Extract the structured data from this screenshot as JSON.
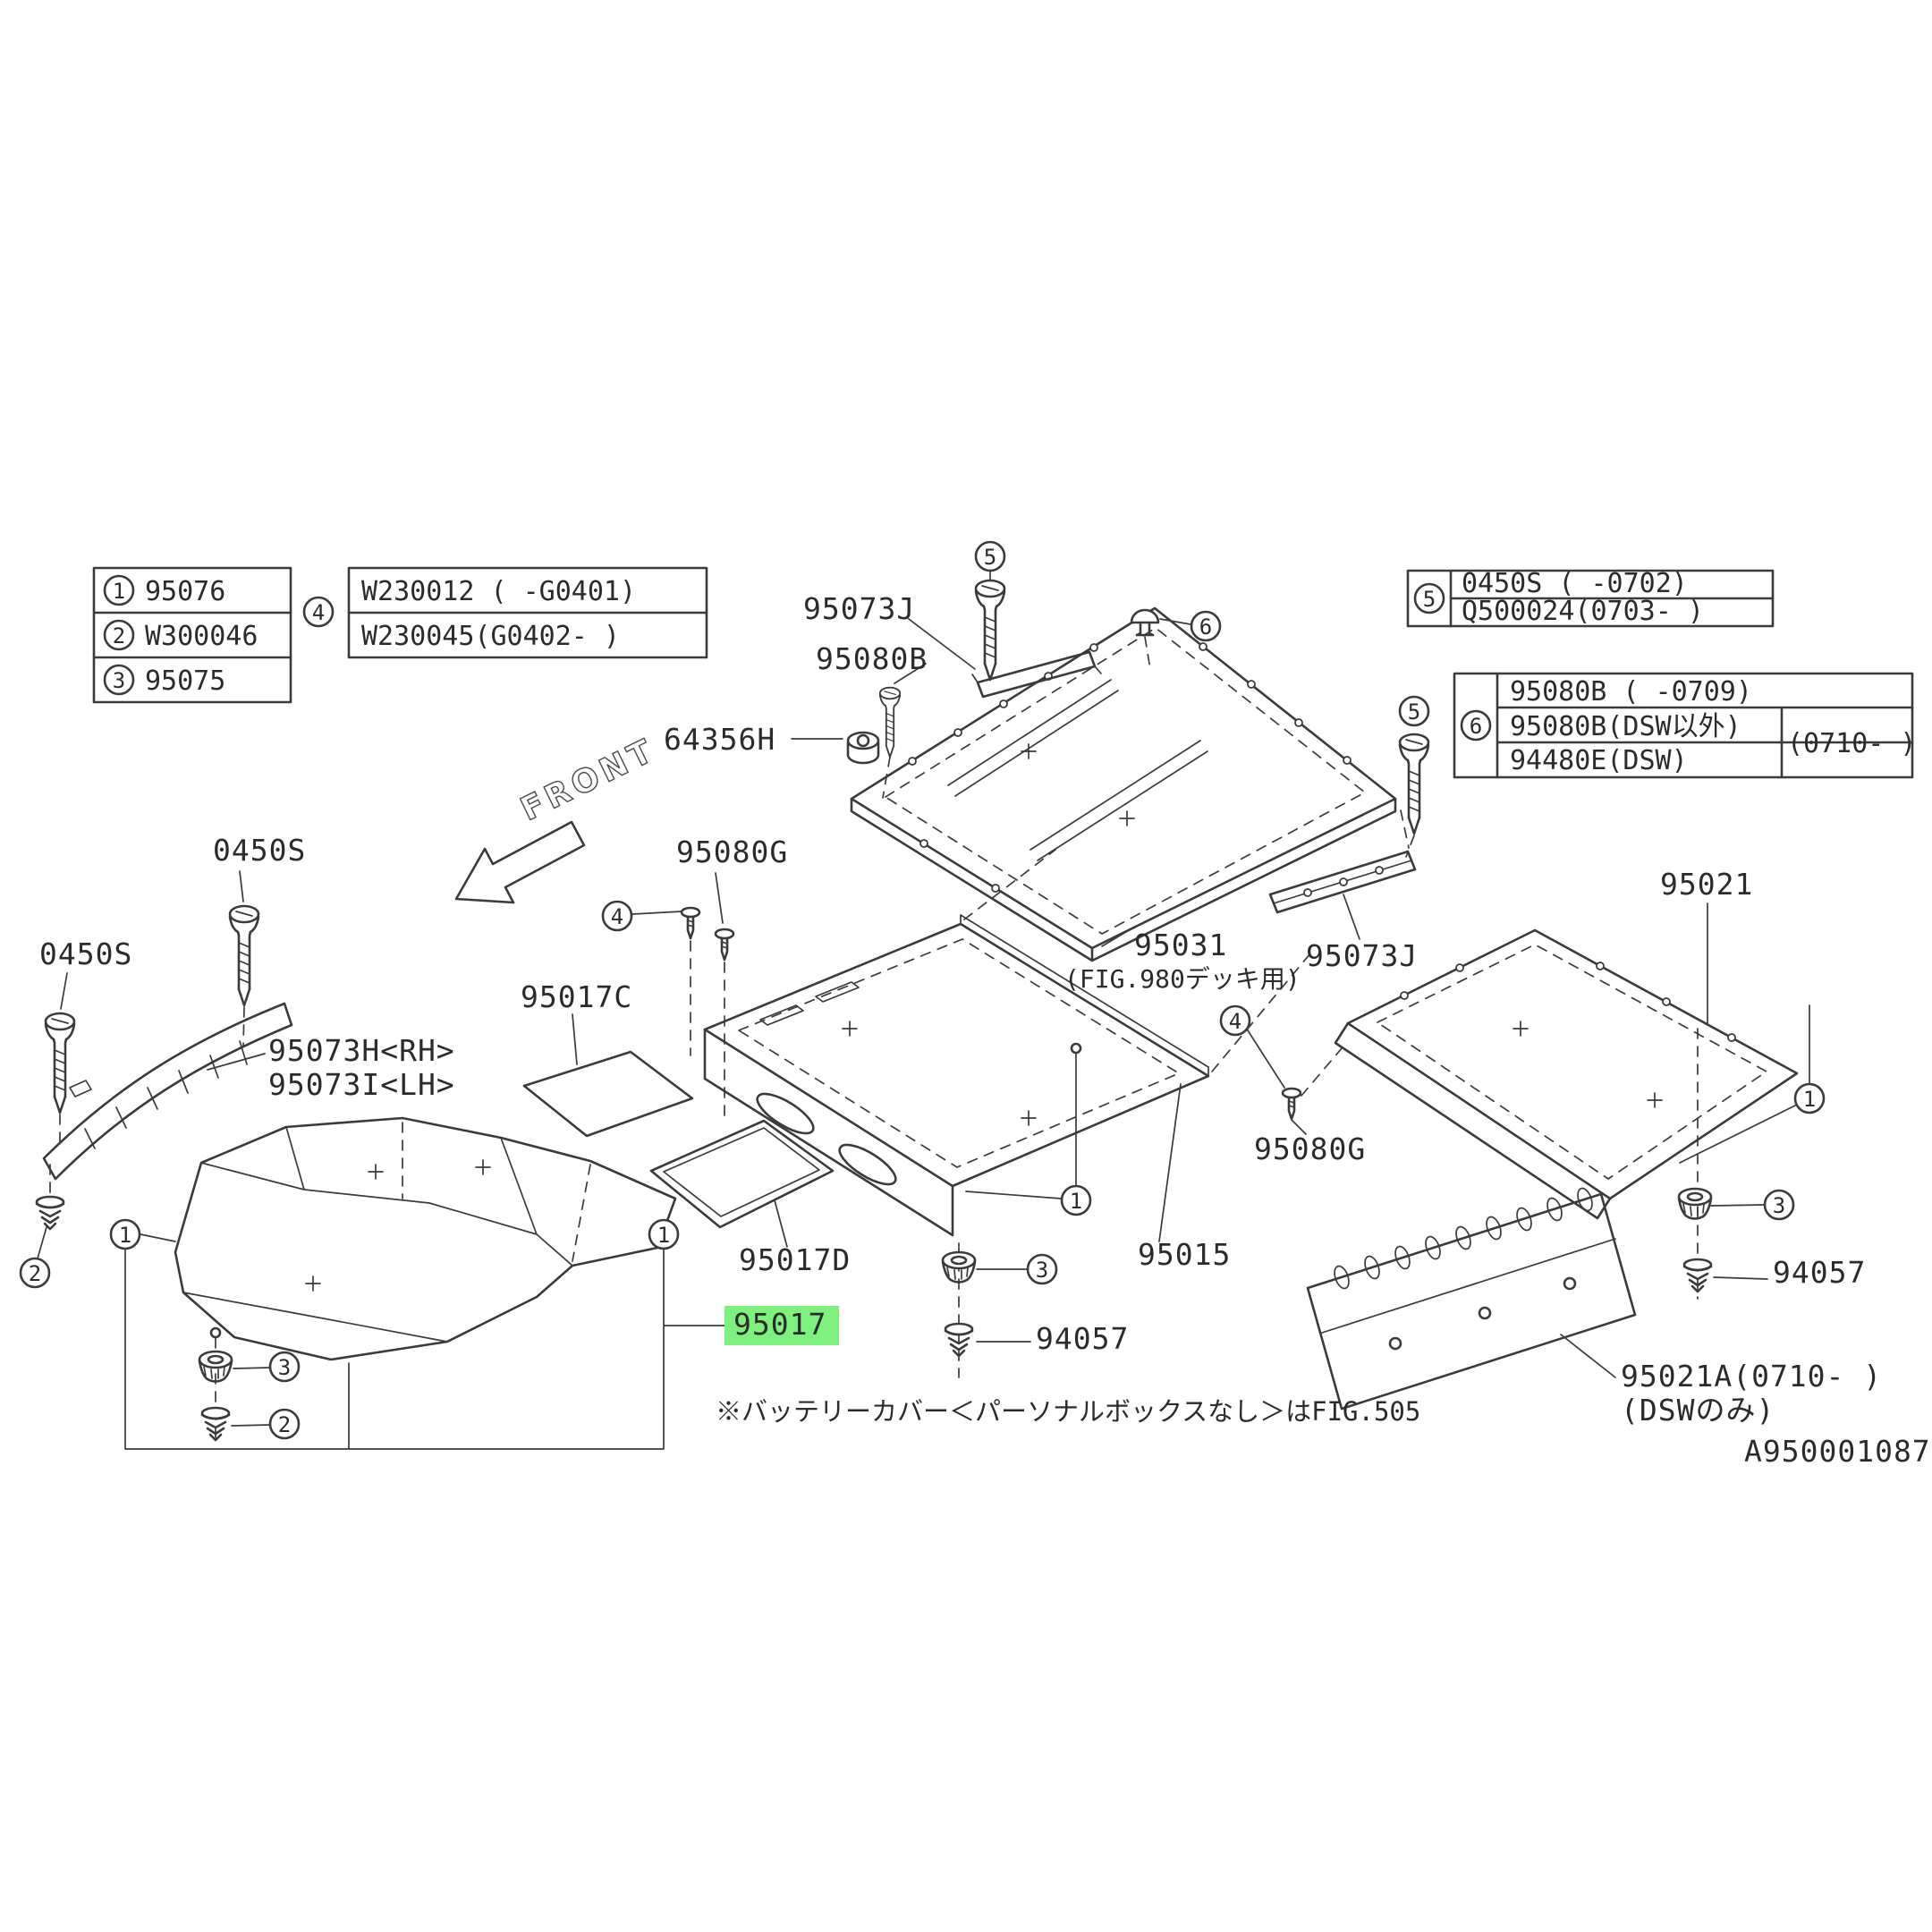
{
  "canvas": {
    "background": "#ffffff",
    "line_color": "#3b3b3b",
    "highlight_color": "#7df07d"
  },
  "refs": {
    "n1": "1",
    "n2": "2",
    "n3": "3",
    "n4": "4",
    "n5": "5",
    "n6": "6"
  },
  "tables": {
    "left": {
      "parts": [
        "95076",
        "W300046",
        "95075"
      ],
      "ref4_rows": [
        "W230012 (  -G0401)",
        "W230045(G0402-  )"
      ]
    },
    "top_right": {
      "rows": [
        "0450S   (  -0702)",
        "Q500024(0703-   )"
      ]
    },
    "right": {
      "row1": "95080B (  -0709)",
      "row2": "95080B(DSW以外)",
      "row3": "94480E(DSW)",
      "row_span": "(0710- )"
    }
  },
  "labels": {
    "p95073j_top": "95073J",
    "p95080b": "95080B",
    "p64356h": "64356H",
    "p95031": "95031",
    "p95031_sub": "(FIG.980デッキ用)",
    "p95073j_right": "95073J",
    "p95021": "95021",
    "p95080g_mid": "95080G",
    "p0450s_a": "0450S",
    "p0450s_b": "0450S",
    "p95073h": "95073H<RH>",
    "p95073i": "95073I<LH>",
    "p95017c": "95017C",
    "p95017d": "95017D",
    "p95015": "95015",
    "p95017": "95017",
    "p94057_mid": "94057",
    "p95080g_right": "95080G",
    "p94057_right": "94057",
    "p95021a": "95021A(0710- )",
    "p95021a_sub": "(DSWのみ)",
    "front": "FRONT",
    "note": "※バッテリーカバー＜パーソナルボックスなし＞はFIG.505",
    "figure_id": "A950001087"
  }
}
